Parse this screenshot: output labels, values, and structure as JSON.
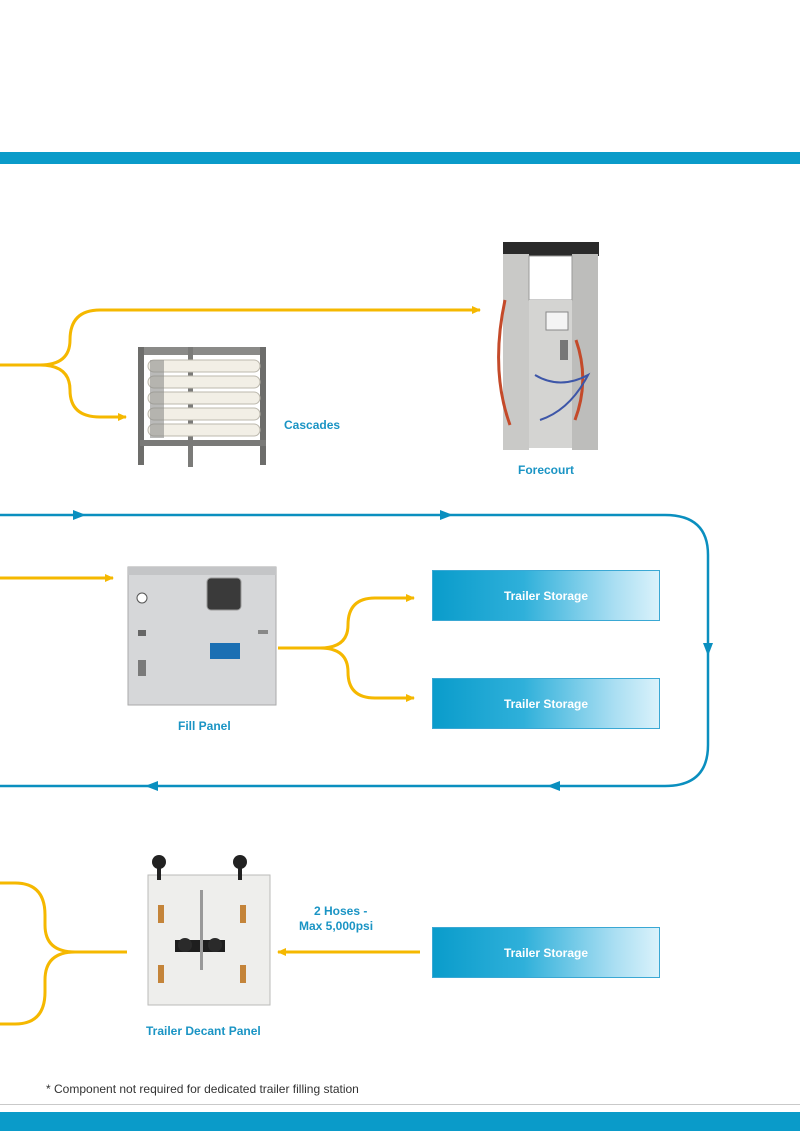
{
  "colors": {
    "band": "#0a9bc9",
    "yellow_arrow": "#f5b800",
    "blue_loop": "#0a8fbf",
    "label_text": "#1a94c4"
  },
  "labels": {
    "cascades": "Cascades",
    "forecourt": "Forecourt",
    "fill_panel": "Fill Panel",
    "trailer_decant_panel": "Trailer Decant Panel",
    "hoses_line1": "2 Hoses -",
    "hoses_line2": "Max 5,000psi"
  },
  "storage_boxes": [
    "Trailer Storage",
    "Trailer Storage",
    "Trailer Storage"
  ],
  "footnote": "* Component not required for dedicated trailer filling station",
  "icons": [
    "cascades-rack-image",
    "forecourt-dispenser-image",
    "fill-panel-cabinet-image",
    "trailer-decant-panel-image"
  ]
}
